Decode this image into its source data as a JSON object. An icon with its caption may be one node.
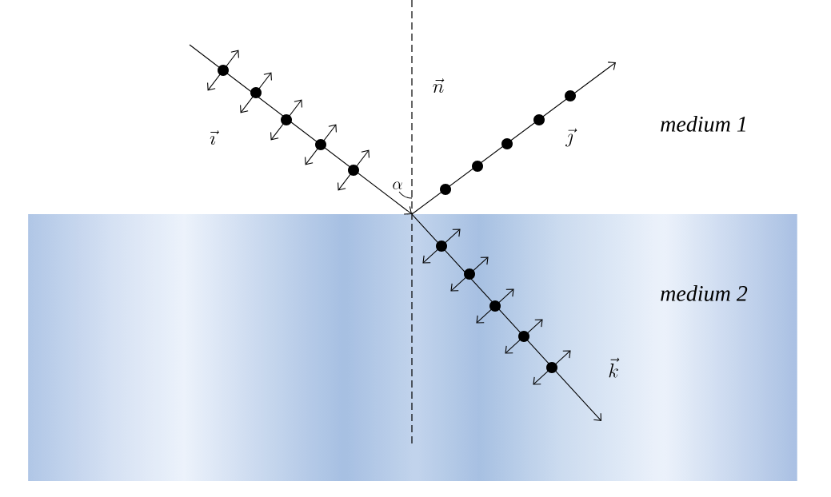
{
  "diagram": {
    "labels": [
      "\\vec{n}",
      "\\vec{\\imath}",
      "\\vec{\\jmath}",
      "medium 1",
      "\\alpha",
      "medium 2",
      "\\vec{k}"
    ]
  }
}
